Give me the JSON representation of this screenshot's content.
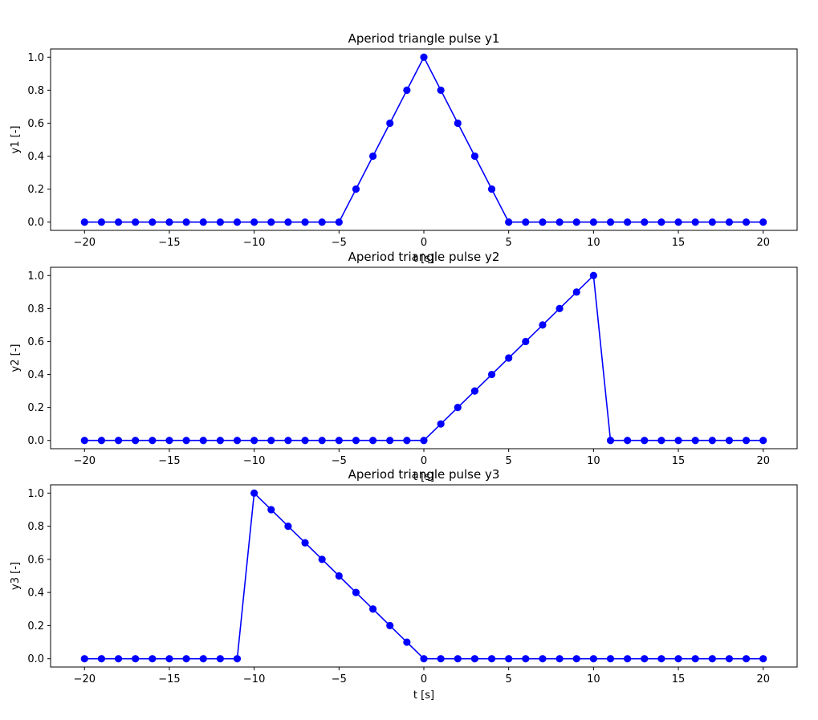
{
  "colors": {
    "series": "#0000ff",
    "axes": "#000000",
    "background": "#ffffff"
  },
  "chart_data": [
    {
      "type": "line",
      "title": "Aperiod triangle pulse y1",
      "xlabel": "t [s]",
      "ylabel": "y1 [-]",
      "xlim": [
        -22,
        22
      ],
      "ylim": [
        -0.05,
        1.05
      ],
      "xticks": [
        -20,
        -15,
        -10,
        -5,
        0,
        5,
        10,
        15,
        20
      ],
      "xtick_labels": [
        "−20",
        "−15",
        "−10",
        "−5",
        "0",
        "5",
        "10",
        "15",
        "20"
      ],
      "yticks": [
        0.0,
        0.2,
        0.4,
        0.6,
        0.8,
        1.0
      ],
      "ytick_labels": [
        "0.0",
        "0.2",
        "0.4",
        "0.6",
        "0.8",
        "1.0"
      ],
      "grid": false,
      "marker": "circle",
      "series": [
        {
          "x": [
            -20,
            -19,
            -18,
            -17,
            -16,
            -15,
            -14,
            -13,
            -12,
            -11,
            -10,
            -9,
            -8,
            -7,
            -6,
            -5,
            -4,
            -3,
            -2,
            -1,
            0,
            1,
            2,
            3,
            4,
            5,
            6,
            7,
            8,
            9,
            10,
            11,
            12,
            13,
            14,
            15,
            16,
            17,
            18,
            19,
            20
          ],
          "values": [
            0,
            0,
            0,
            0,
            0,
            0,
            0,
            0,
            0,
            0,
            0,
            0,
            0,
            0,
            0,
            0,
            0.2,
            0.4,
            0.6,
            0.8,
            1.0,
            0.8,
            0.6,
            0.4,
            0.2,
            0,
            0,
            0,
            0,
            0,
            0,
            0,
            0,
            0,
            0,
            0,
            0,
            0,
            0,
            0,
            0
          ]
        }
      ]
    },
    {
      "type": "line",
      "title": "Aperiod triangle pulse y2",
      "xlabel": "t [s]",
      "ylabel": "y2 [-]",
      "xlim": [
        -22,
        22
      ],
      "ylim": [
        -0.05,
        1.05
      ],
      "xticks": [
        -20,
        -15,
        -10,
        -5,
        0,
        5,
        10,
        15,
        20
      ],
      "xtick_labels": [
        "−20",
        "−15",
        "−10",
        "−5",
        "0",
        "5",
        "10",
        "15",
        "20"
      ],
      "yticks": [
        0.0,
        0.2,
        0.4,
        0.6,
        0.8,
        1.0
      ],
      "ytick_labels": [
        "0.0",
        "0.2",
        "0.4",
        "0.6",
        "0.8",
        "1.0"
      ],
      "grid": false,
      "marker": "circle",
      "series": [
        {
          "x": [
            -20,
            -19,
            -18,
            -17,
            -16,
            -15,
            -14,
            -13,
            -12,
            -11,
            -10,
            -9,
            -8,
            -7,
            -6,
            -5,
            -4,
            -3,
            -2,
            -1,
            0,
            1,
            2,
            3,
            4,
            5,
            6,
            7,
            8,
            9,
            10,
            11,
            12,
            13,
            14,
            15,
            16,
            17,
            18,
            19,
            20
          ],
          "values": [
            0,
            0,
            0,
            0,
            0,
            0,
            0,
            0,
            0,
            0,
            0,
            0,
            0,
            0,
            0,
            0,
            0,
            0,
            0,
            0,
            0,
            0.1,
            0.2,
            0.3,
            0.4,
            0.5,
            0.6,
            0.7,
            0.8,
            0.9,
            1.0,
            0,
            0,
            0,
            0,
            0,
            0,
            0,
            0,
            0,
            0
          ]
        }
      ]
    },
    {
      "type": "line",
      "title": "Aperiod triangle pulse y3",
      "xlabel": "t [s]",
      "ylabel": "y3 [-]",
      "xlim": [
        -22,
        22
      ],
      "ylim": [
        -0.05,
        1.05
      ],
      "xticks": [
        -20,
        -15,
        -10,
        -5,
        0,
        5,
        10,
        15,
        20
      ],
      "xtick_labels": [
        "−20",
        "−15",
        "−10",
        "−5",
        "0",
        "5",
        "10",
        "15",
        "20"
      ],
      "yticks": [
        0.0,
        0.2,
        0.4,
        0.6,
        0.8,
        1.0
      ],
      "ytick_labels": [
        "0.0",
        "0.2",
        "0.4",
        "0.6",
        "0.8",
        "1.0"
      ],
      "grid": false,
      "marker": "circle",
      "series": [
        {
          "x": [
            -20,
            -19,
            -18,
            -17,
            -16,
            -15,
            -14,
            -13,
            -12,
            -11,
            -10,
            -9,
            -8,
            -7,
            -6,
            -5,
            -4,
            -3,
            -2,
            -1,
            0,
            1,
            2,
            3,
            4,
            5,
            6,
            7,
            8,
            9,
            10,
            11,
            12,
            13,
            14,
            15,
            16,
            17,
            18,
            19,
            20
          ],
          "values": [
            0,
            0,
            0,
            0,
            0,
            0,
            0,
            0,
            0,
            0,
            1.0,
            0.9,
            0.8,
            0.7,
            0.6,
            0.5,
            0.4,
            0.3,
            0.2,
            0.1,
            0,
            0,
            0,
            0,
            0,
            0,
            0,
            0,
            0,
            0,
            0,
            0,
            0,
            0,
            0,
            0,
            0,
            0,
            0,
            0,
            0
          ]
        }
      ]
    }
  ]
}
